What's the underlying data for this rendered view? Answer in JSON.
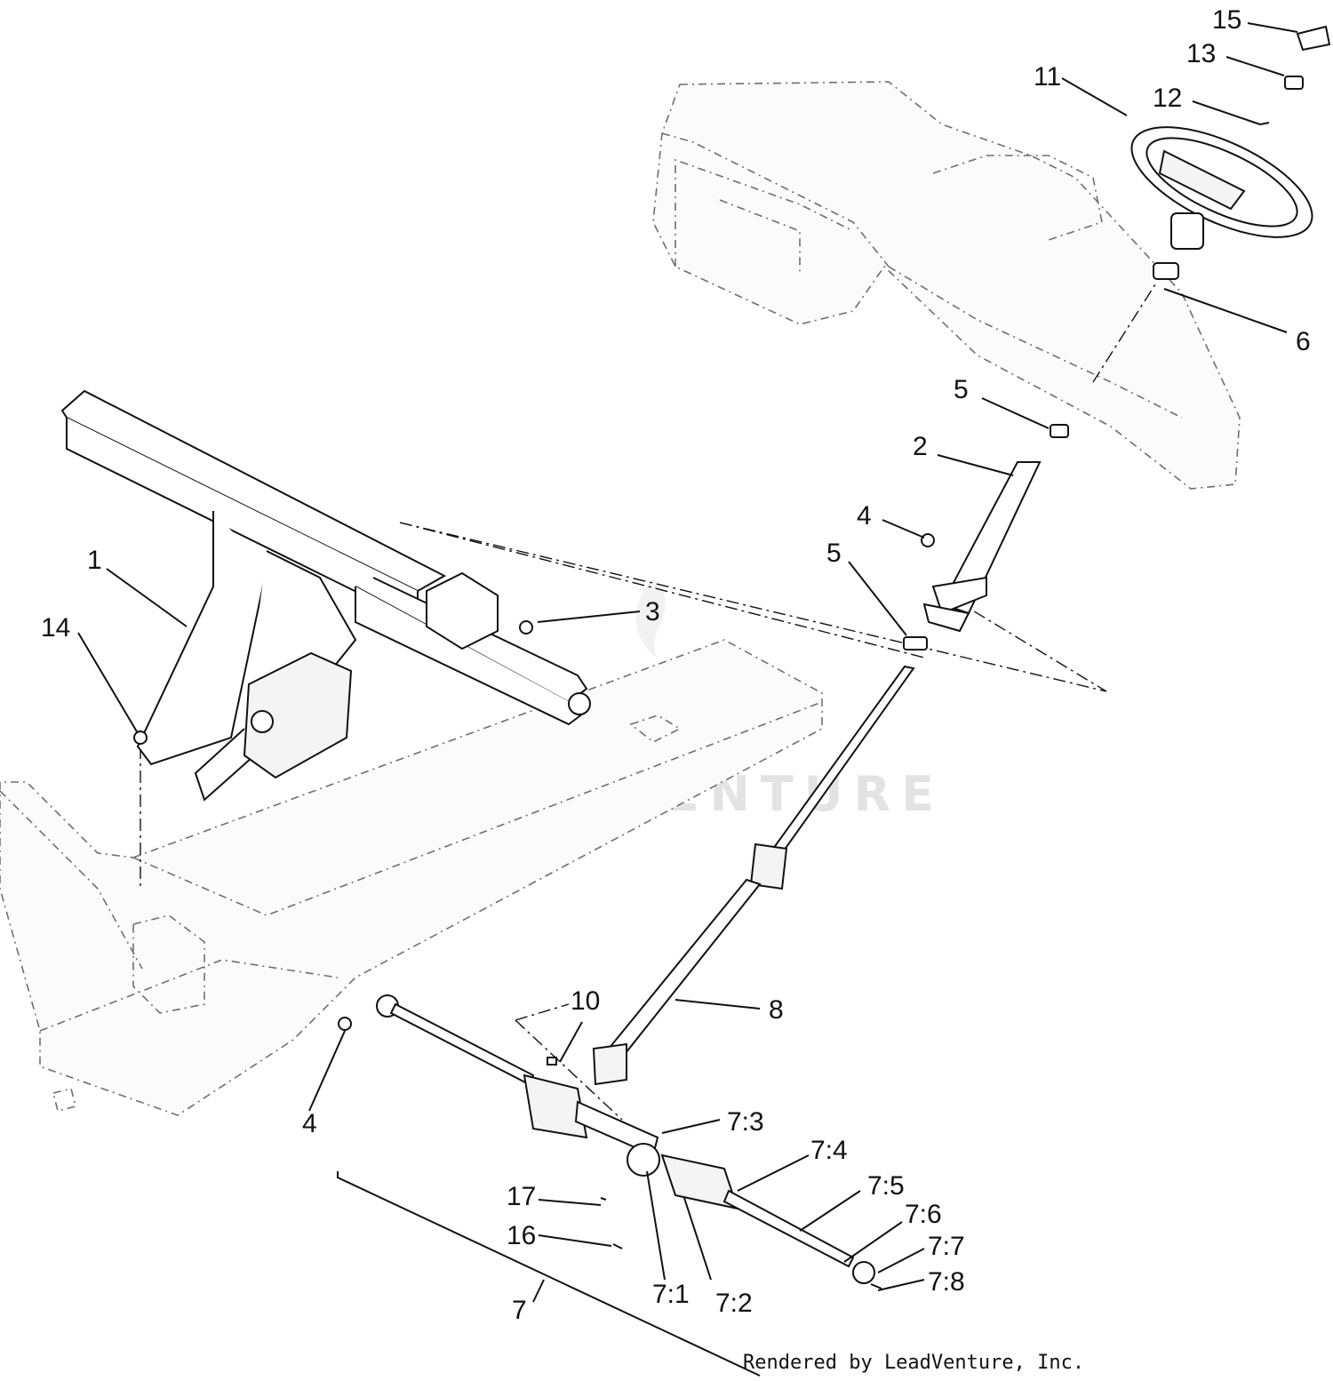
{
  "watermark": "LEADVENTURE",
  "footer": "Rendered by LeadVenture, Inc.",
  "callouts": {
    "c15": "15",
    "c13": "13",
    "c11": "11",
    "c12": "12",
    "c6": "6",
    "c5a": "5",
    "c2": "2",
    "c4a": "4",
    "c5b": "5",
    "c1": "1",
    "c3": "3",
    "c14": "14",
    "c10": "10",
    "c8": "8",
    "c4b": "4",
    "c73": "7:3",
    "c74": "7:4",
    "c75": "7:5",
    "c76": "7:6",
    "c77": "7:7",
    "c78": "7:8",
    "c17": "17",
    "c16": "16",
    "c71": "7:1",
    "c72": "7:2",
    "c7": "7"
  }
}
